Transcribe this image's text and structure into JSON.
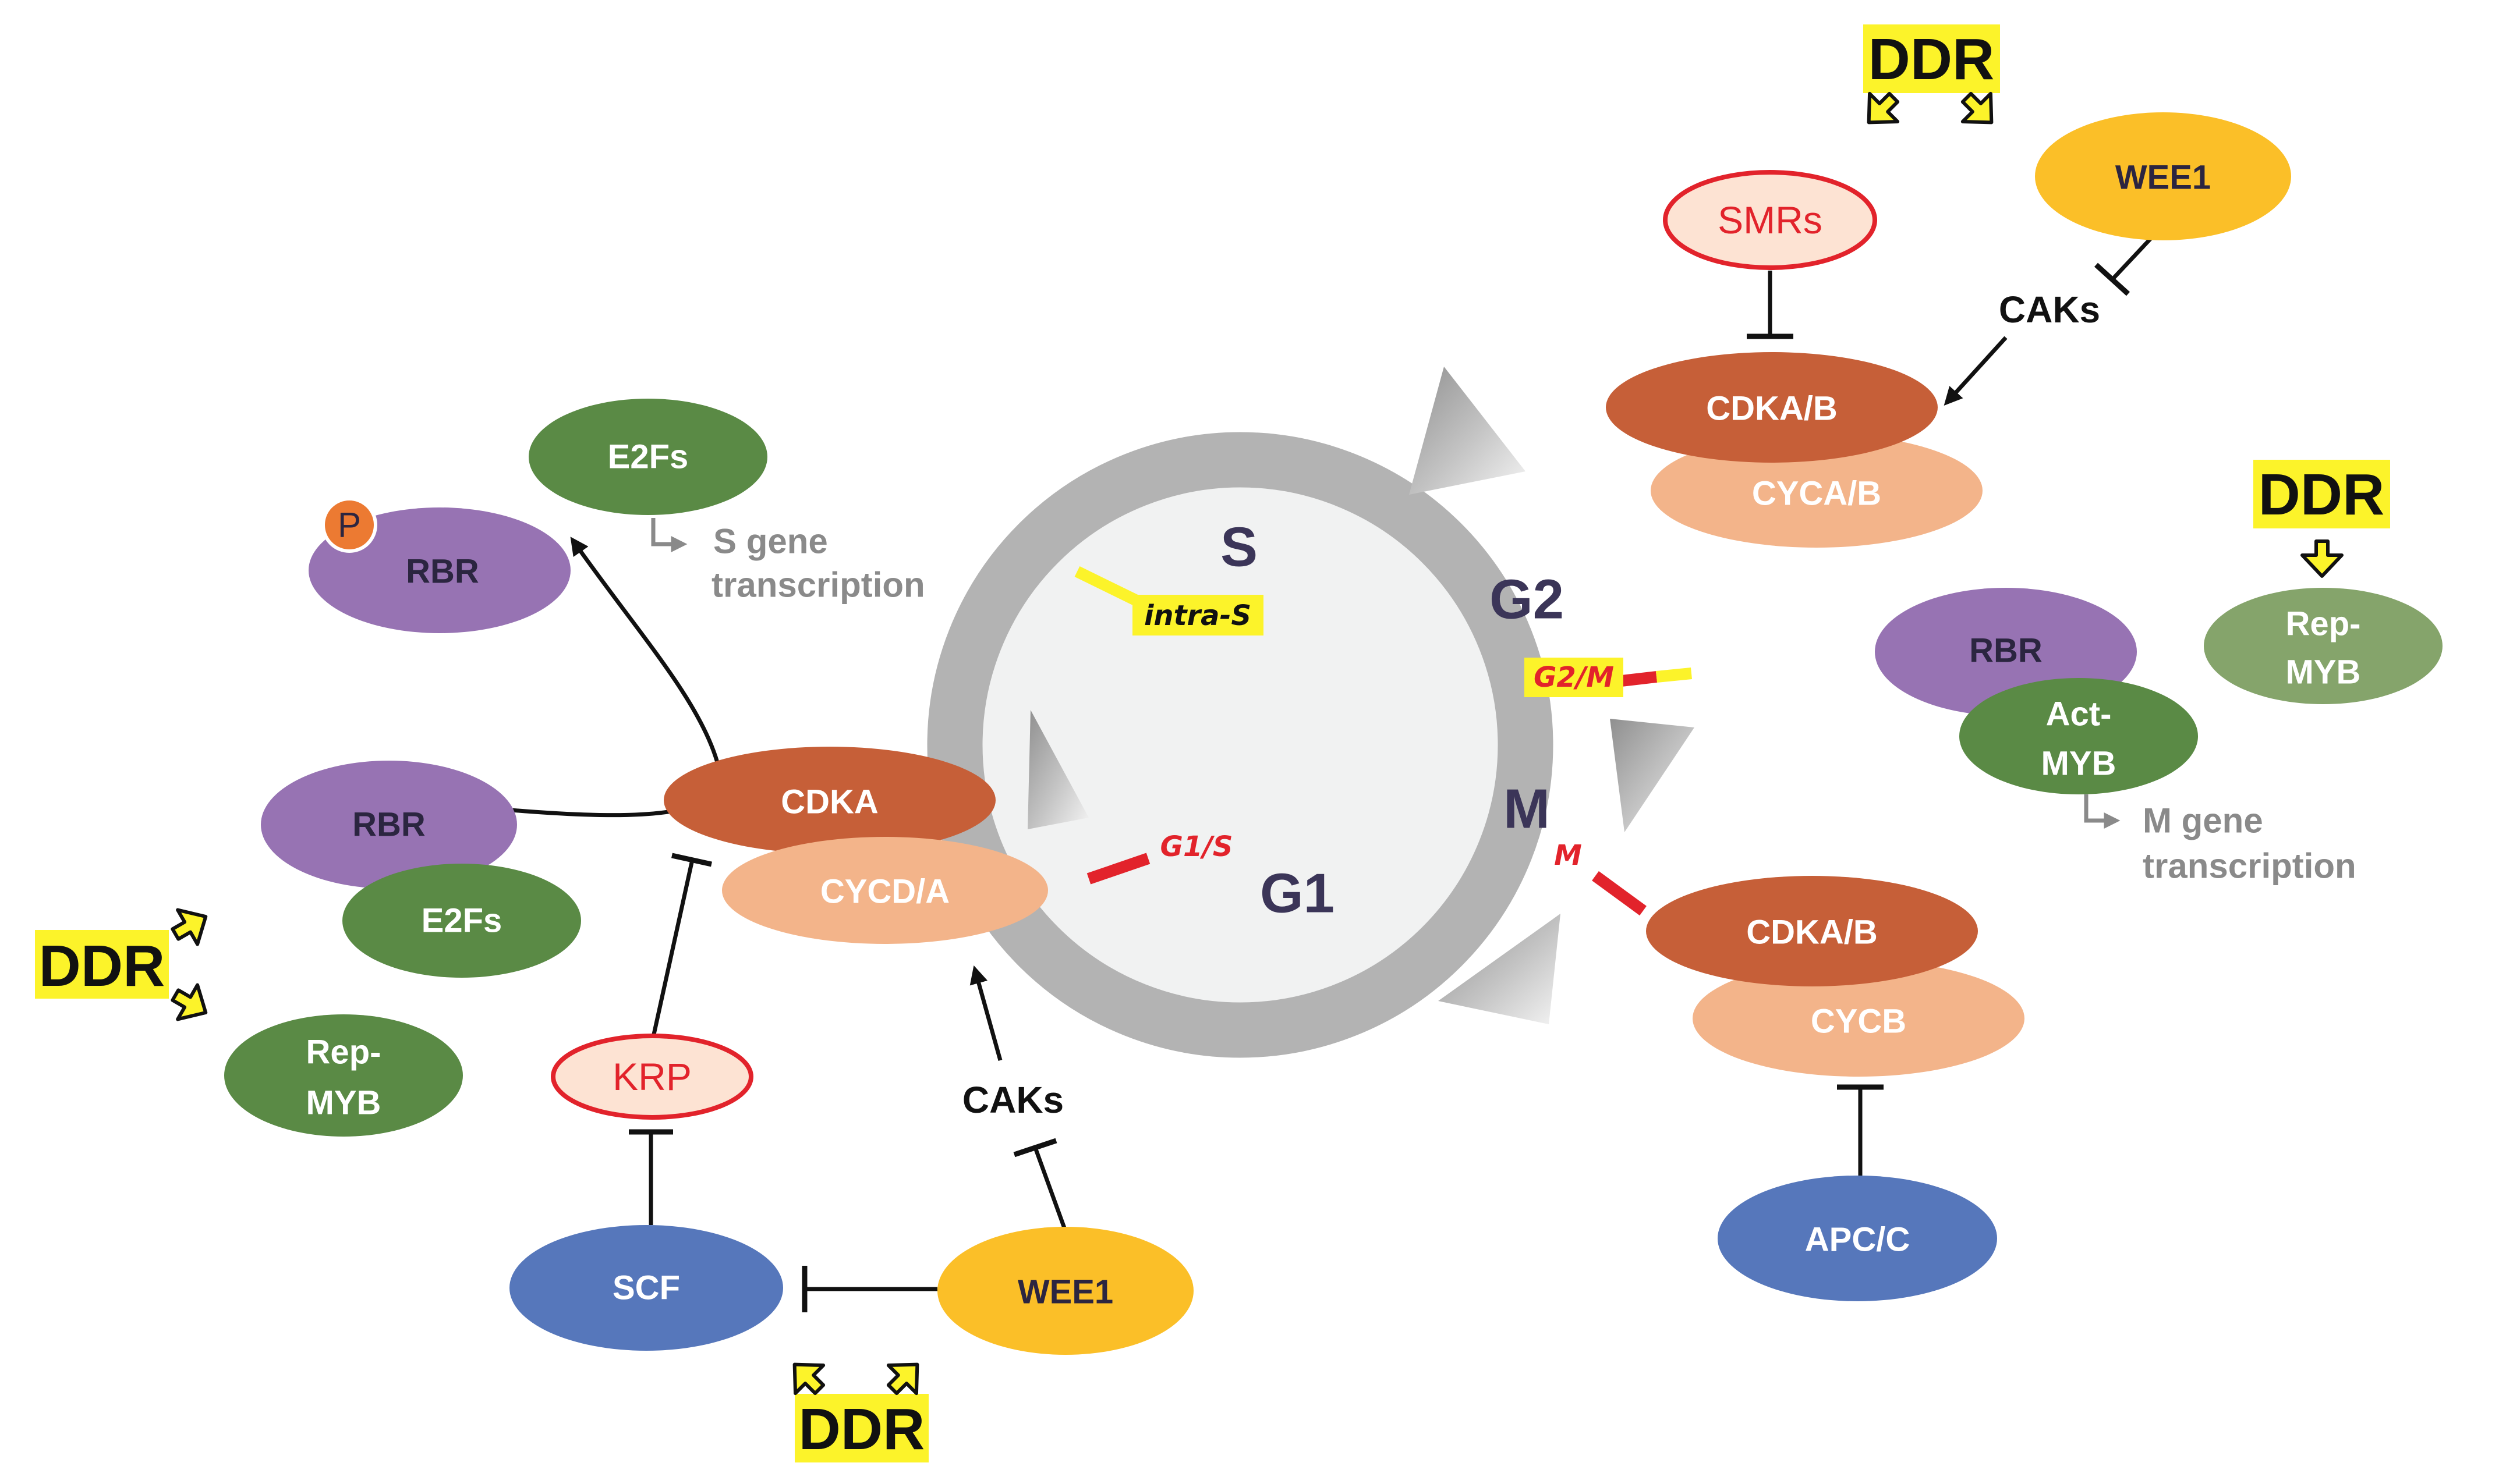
{
  "colors": {
    "cdk": "#c65f38",
    "cyc": "#f3b48a",
    "rbr": "#9773b3",
    "e2f": "#5a8a45",
    "rep_myb_light": "#85a46b",
    "scf_apc": "#5677bb",
    "wee1": "#fbbf28",
    "inhibitor_fill": "#fde3d3",
    "inhibitor_stroke": "#e2232b",
    "phospho": "#ec7a32",
    "ddr_highlight": "#fcf32a",
    "cycle_gray": "#b3b3b3",
    "checkpoint_red": "#e2232b",
    "checkpoint_yellow": "#fcf32a"
  },
  "cycle": {
    "phases": {
      "s": "S",
      "g2": "G2",
      "m": "M",
      "g1": "G1"
    },
    "checkpoints": {
      "intra_s": "intra-S",
      "g2m": "G2/M",
      "m": "M",
      "g1s": "G1/S"
    }
  },
  "g1s_module": {
    "rbr_p": "RBR",
    "phospho": "P",
    "e2fs_top": "E2Fs",
    "s_gene_line1": "S gene",
    "s_gene_line2": "transcription",
    "rbr_bound": "RBR",
    "e2fs_bound": "E2Fs",
    "cdka": "CDKA",
    "cycda": "CYCD/A",
    "krp": "KRP",
    "scf": "SCF",
    "wee1": "WEE1",
    "caks": "CAKs",
    "rep_myb_line1": "Rep-",
    "rep_myb_line2": "MYB",
    "ddr_left": "DDR",
    "ddr_bottom": "DDR"
  },
  "g2m_module": {
    "ddr_top": "DDR",
    "smrs": "SMRs",
    "wee1": "WEE1",
    "caks": "CAKs",
    "cdkab": "CDKA/B",
    "cycab": "CYCA/B",
    "ddr_right": "DDR",
    "rep_myb_line1": "Rep-",
    "rep_myb_line2": "MYB",
    "rbr": "RBR",
    "act_myb_line1": "Act-",
    "act_myb_line2": "MYB",
    "m_gene_line1": "M gene",
    "m_gene_line2": "transcription"
  },
  "m_module": {
    "cdkab": "CDKA/B",
    "cycb": "CYCB",
    "apcc": "APC/C"
  }
}
